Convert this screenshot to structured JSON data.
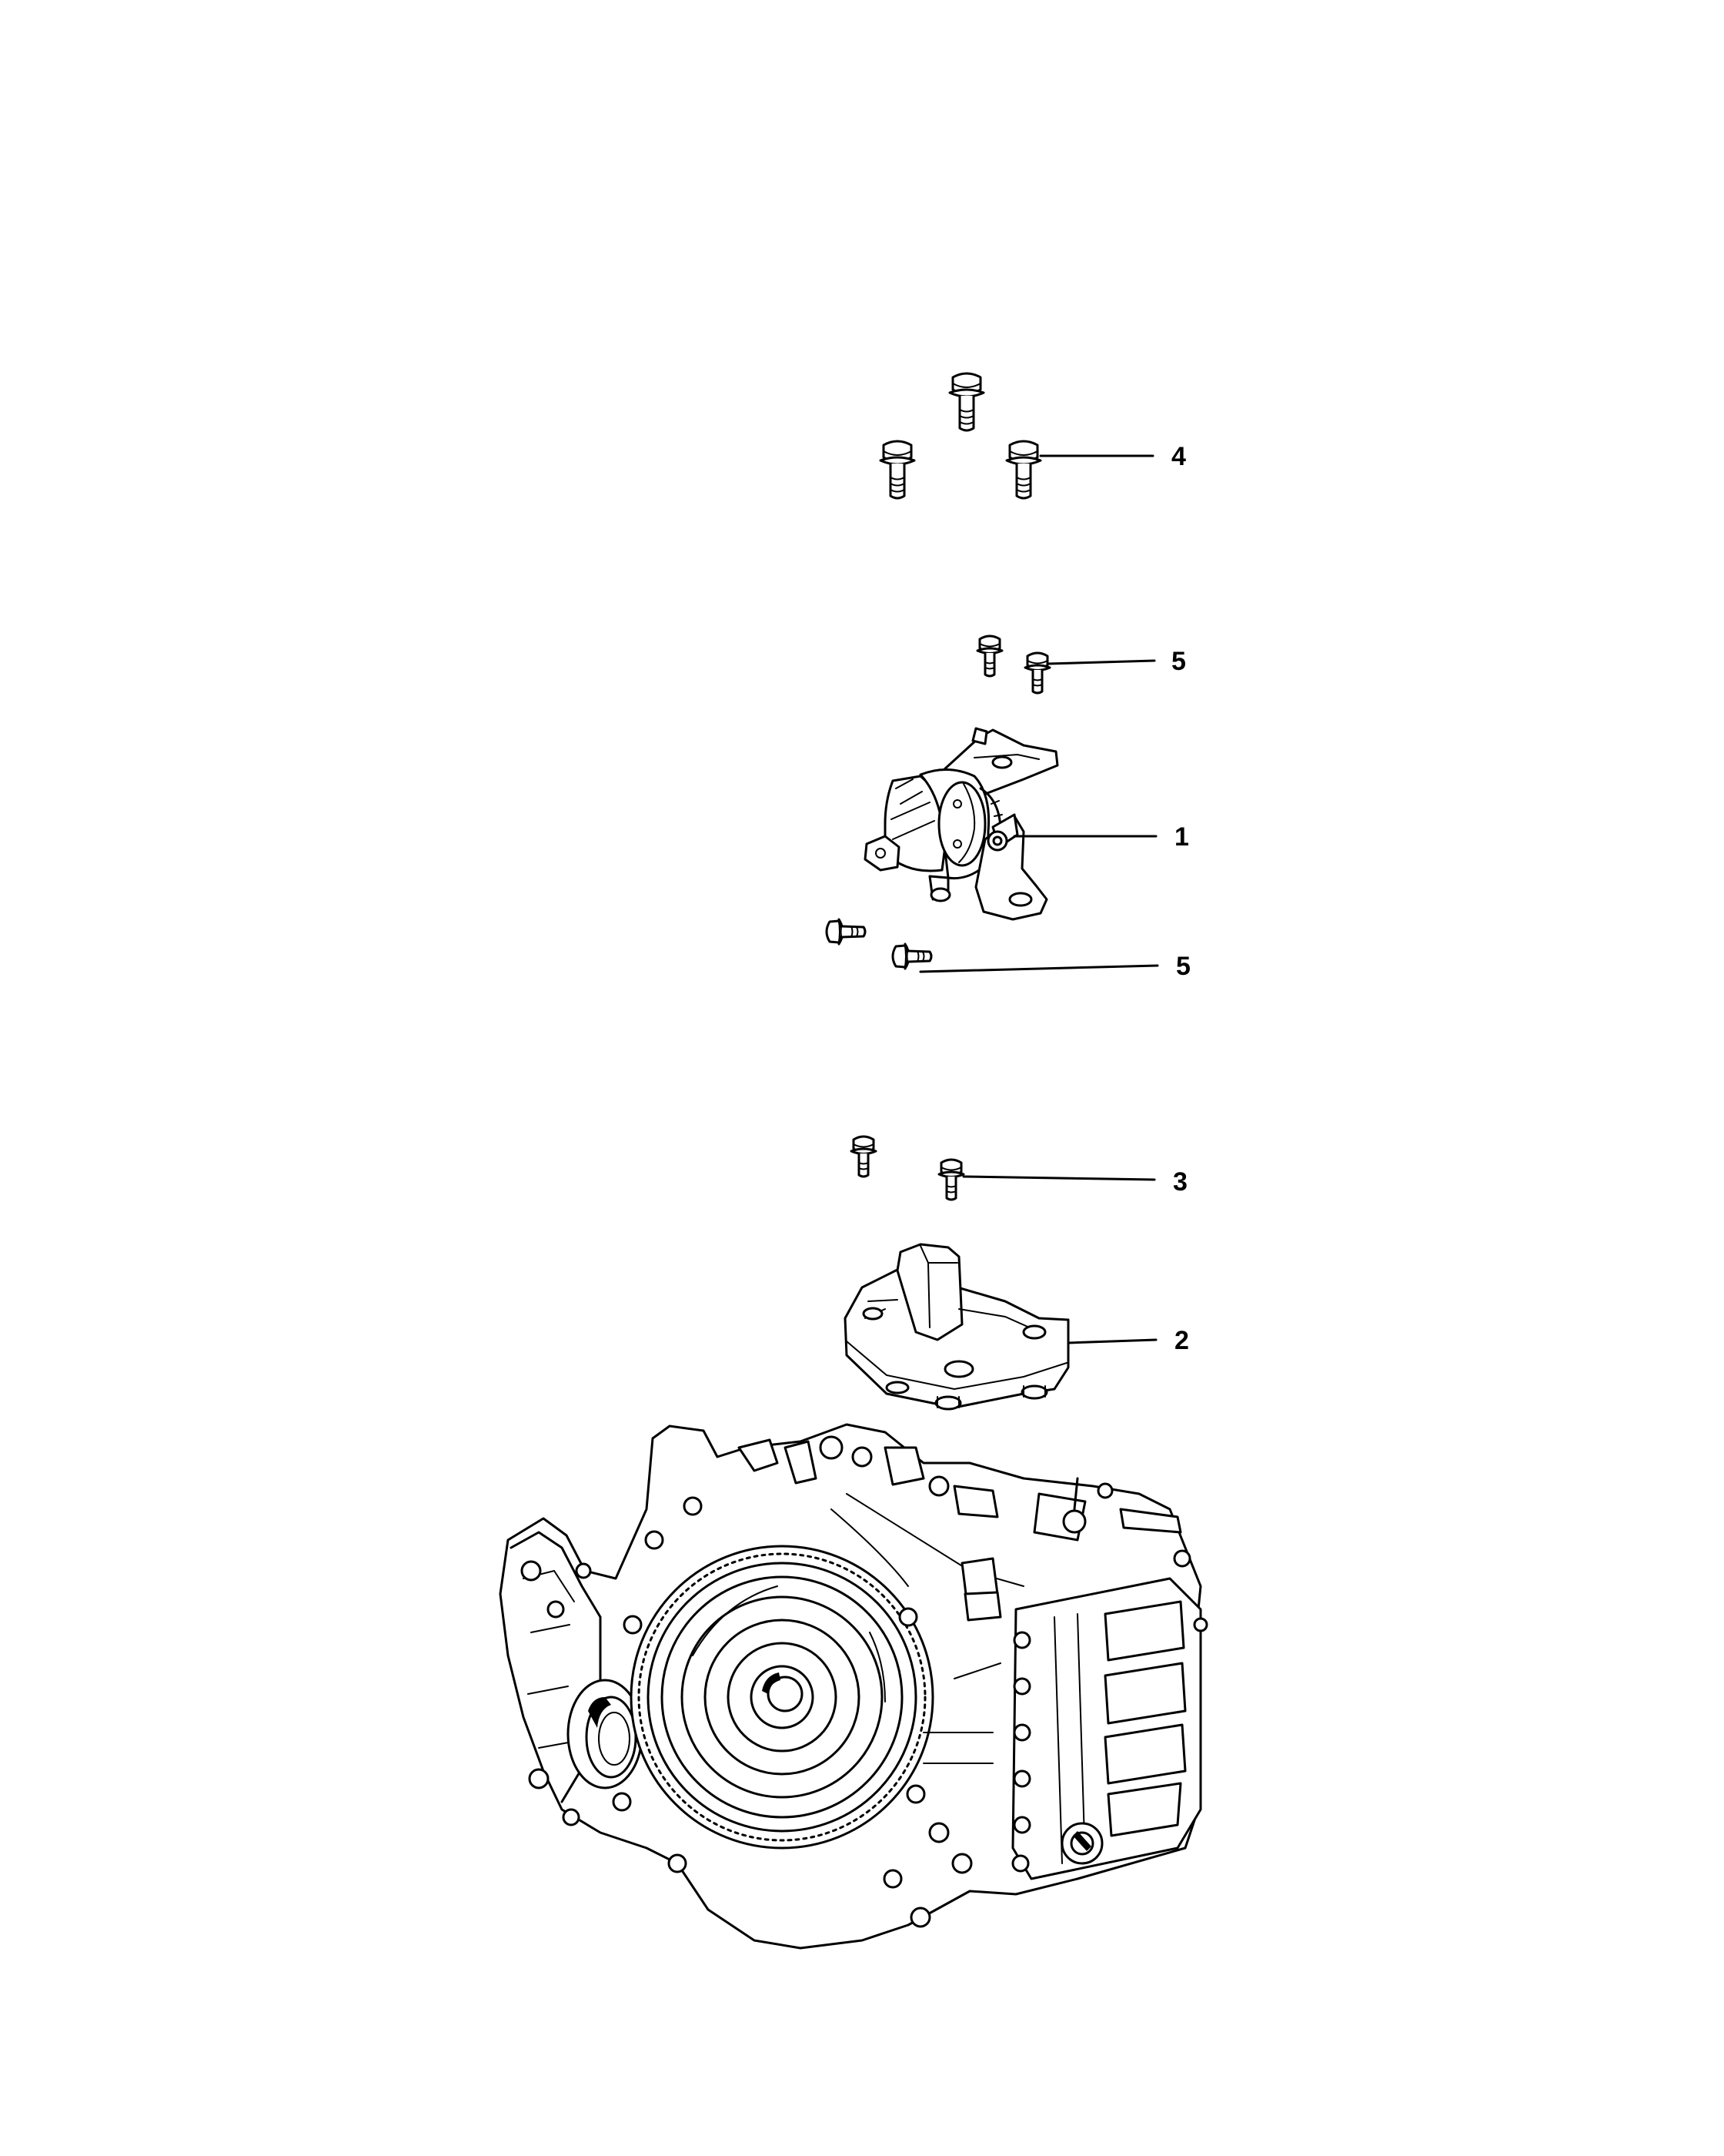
{
  "colors": {
    "line": "#000000",
    "background": "#ffffff"
  },
  "callouts": {
    "mount_bolt_upper": "4",
    "mount_bolt_small_top": "5",
    "transmission_mount": "1",
    "mount_bolt_small_bottom": "5",
    "bracket_bolt": "3",
    "mount_bracket": "2"
  }
}
